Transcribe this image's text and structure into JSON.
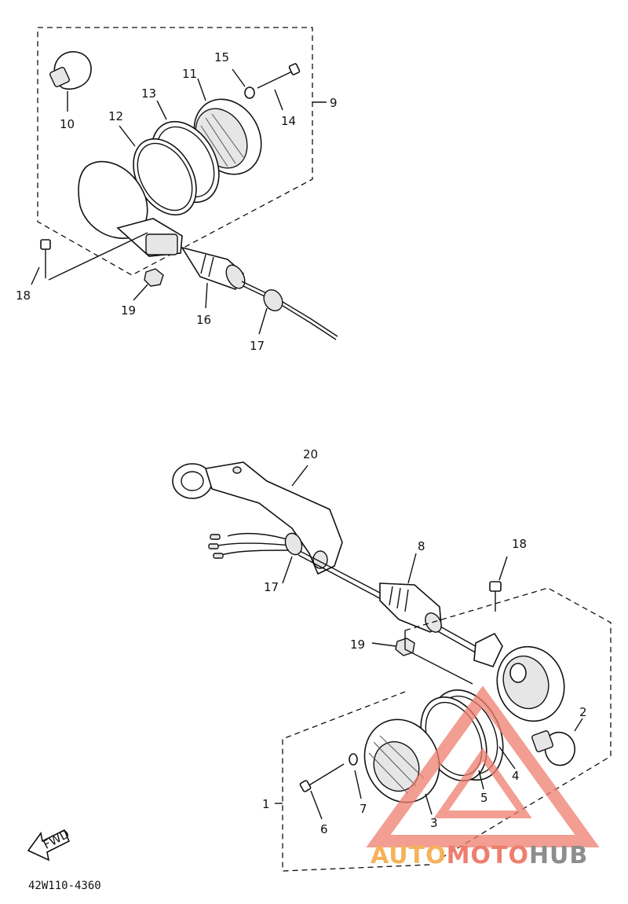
{
  "diagram_code": "42W110-4360",
  "fwd_label": "FWD",
  "watermark": {
    "part1": "AUTO",
    "part2": "MOTO",
    "part3": "HUB",
    "color1": "#f5b25a",
    "color2": "#ee7e6e",
    "color3": "#8d8d8d"
  },
  "callouts": [
    {
      "id": "c10",
      "text": "10"
    },
    {
      "id": "c12",
      "text": "12"
    },
    {
      "id": "c13",
      "text": "13"
    },
    {
      "id": "c11",
      "text": "11"
    },
    {
      "id": "c15",
      "text": "15"
    },
    {
      "id": "c14",
      "text": "14"
    },
    {
      "id": "c9",
      "text": "9"
    },
    {
      "id": "c18a",
      "text": "18"
    },
    {
      "id": "c19a",
      "text": "19"
    },
    {
      "id": "c16",
      "text": "16"
    },
    {
      "id": "c17a",
      "text": "17"
    },
    {
      "id": "c20",
      "text": "20"
    },
    {
      "id": "c8",
      "text": "8"
    },
    {
      "id": "c17b",
      "text": "17"
    },
    {
      "id": "c18b",
      "text": "18"
    },
    {
      "id": "c19b",
      "text": "19"
    },
    {
      "id": "c2",
      "text": "2"
    },
    {
      "id": "c1",
      "text": "1"
    },
    {
      "id": "c6",
      "text": "6"
    },
    {
      "id": "c7",
      "text": "7"
    },
    {
      "id": "c5",
      "text": "5"
    },
    {
      "id": "c4",
      "text": "4"
    },
    {
      "id": "c3",
      "text": "3"
    }
  ]
}
